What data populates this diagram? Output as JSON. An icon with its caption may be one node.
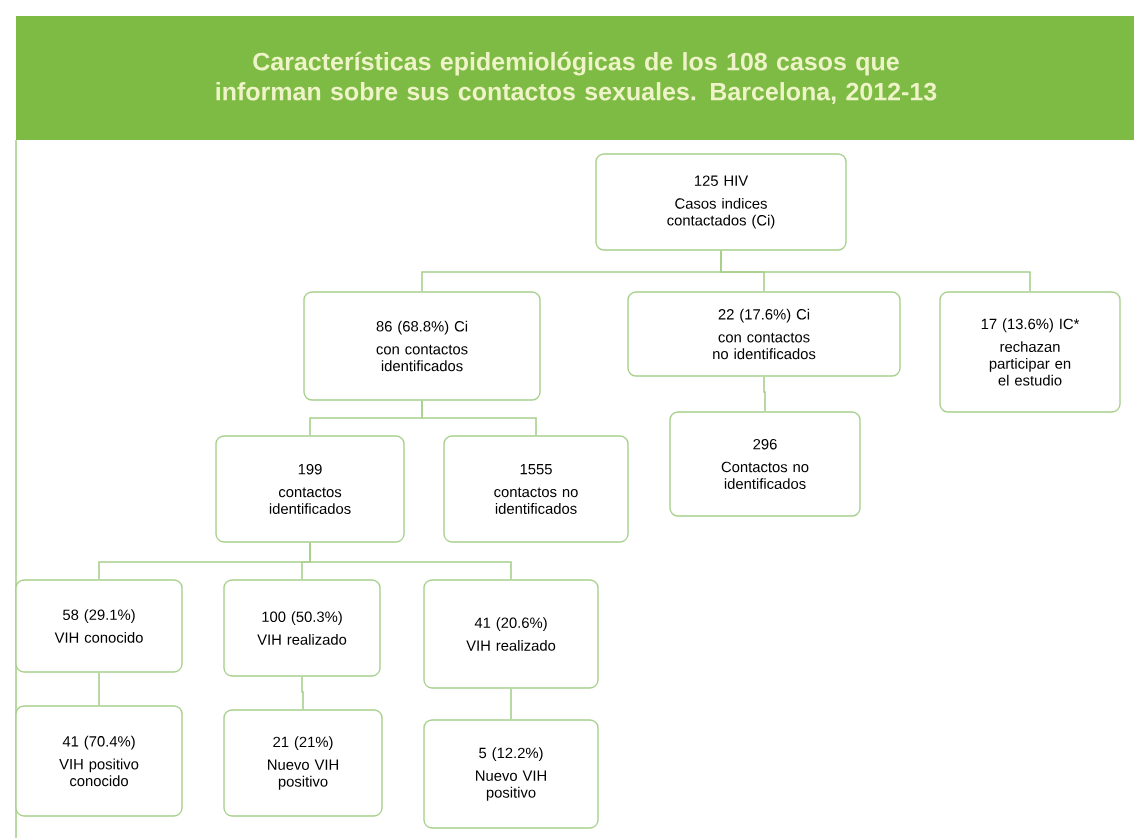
{
  "diagram": {
    "title": "Características epidemiológicas de los 108 casos que informan sobre sus contactos sexuales. Barcelona, 2012-13",
    "nodes": [
      {
        "text": [
          "125 HIV",
          "Casos indices contactados (Ci)"
        ]
      },
      {
        "text": [
          "86 (68.8%) Ci",
          "con contactos identificados"
        ]
      },
      {
        "text": [
          "22 (17.6%) Ci",
          "con contactos no identificados"
        ]
      },
      {
        "text": [
          "17 (13.6%) IC*",
          "rechazan participar en el estudio"
        ]
      },
      {
        "text": [
          "199",
          "contactos identificados"
        ]
      },
      {
        "text": [
          "1555",
          "contactos no identificados"
        ]
      },
      {
        "text": [
          "296",
          "Contactos no identificados"
        ]
      },
      {
        "text": [
          "58 (29.1%)",
          "VIH conocido"
        ]
      },
      {
        "text": [
          "100 (50.3%)",
          "VIH realizado"
        ]
      },
      {
        "text": [
          "41 (20.6%)",
          "VIH realizado"
        ]
      },
      {
        "text": [
          "41 (70.4%)",
          "VIH positivo conocido"
        ]
      },
      {
        "text": [
          "21 (21%)",
          "Nuevo VIH positivo"
        ]
      },
      {
        "text": [
          "5 (12.2%)",
          "Nuevo VIH positivo"
        ]
      }
    ],
    "edges": [
      {
        "from": 0,
        "to": 1,
        "arrow": "none"
      },
      {
        "from": 0,
        "to": 2,
        "arrow": "none"
      },
      {
        "from": 0,
        "to": 3,
        "arrow": "none"
      },
      {
        "from": 1,
        "to": 4,
        "arrow": "none"
      },
      {
        "from": 1,
        "to": 5,
        "arrow": "none"
      },
      {
        "from": 2,
        "to": 6,
        "arrow": "none"
      },
      {
        "from": 4,
        "to": 7,
        "arrow": "none"
      },
      {
        "from": 4,
        "to": 8,
        "arrow": "none"
      },
      {
        "from": 4,
        "to": 9,
        "arrow": "none"
      },
      {
        "from": 7,
        "to": 10,
        "arrow": "none"
      },
      {
        "from": 8,
        "to": 11,
        "arrow": "none"
      },
      {
        "from": 9,
        "to": 12,
        "arrow": "none"
      }
    ]
  }
}
